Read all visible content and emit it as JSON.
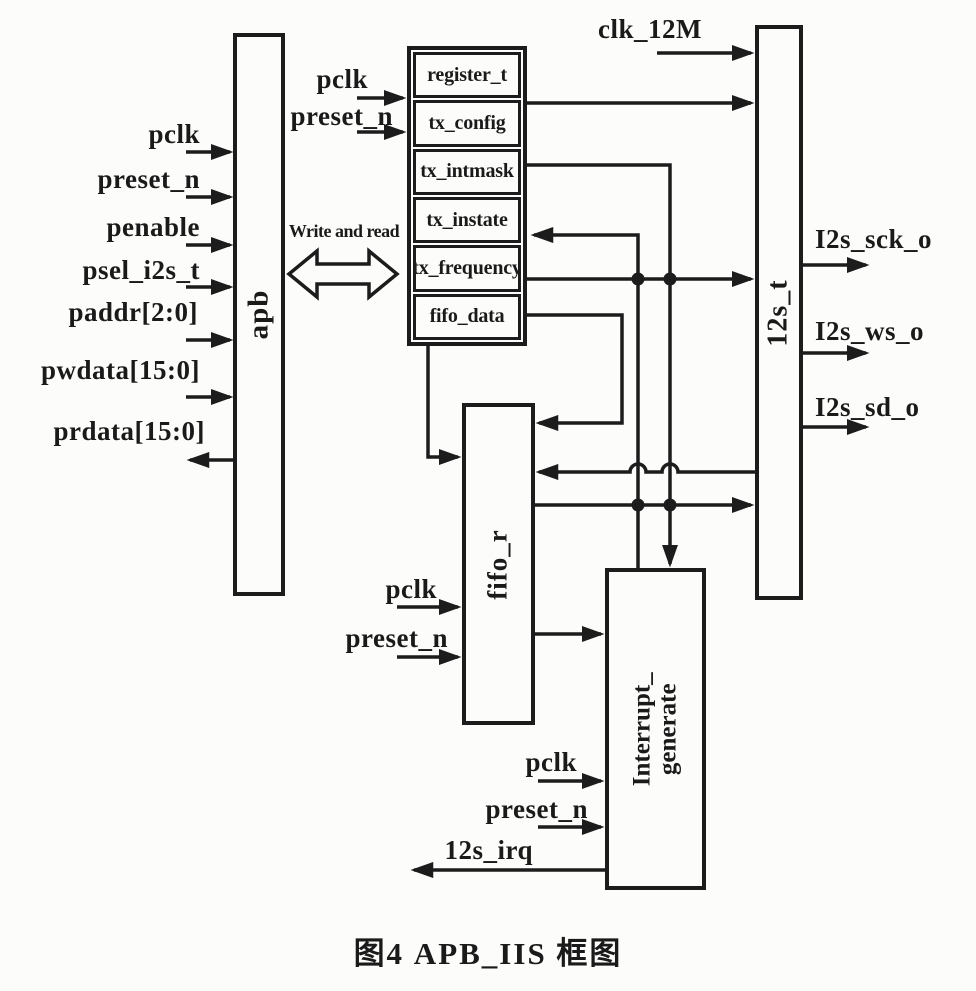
{
  "figure": {
    "caption": "图4  APB_IIS 框图"
  },
  "colors": {
    "ink": "#1c1c1c",
    "paper": "#fcfcfa"
  },
  "blocks": {
    "apb": {
      "label": "apb"
    },
    "register": {
      "rows": [
        "register_t",
        "tx_config",
        "tx_intmask",
        "tx_instate",
        "tx_frequency",
        "fifo_data"
      ]
    },
    "i2s_t": {
      "label": "12s_t"
    },
    "fifo_r": {
      "label": "fifo_r"
    },
    "interrupt": {
      "label_line1": "Interrupt_",
      "label_line2": "generate"
    }
  },
  "signals": {
    "apb_inputs": [
      "pclk",
      "preset_n",
      "penable",
      "psel_i2s_t",
      "paddr[2:0]",
      "pwdata[15:0]"
    ],
    "apb_output": "prdata[15:0]",
    "bus_label": "Write and read",
    "register_inputs": [
      "pclk",
      "preset_n"
    ],
    "clk": "clk_12M",
    "i2s_outputs": [
      "I2s_sck_o",
      "I2s_ws_o",
      "I2s_sd_o"
    ],
    "fifo_inputs": [
      "pclk",
      "preset_n"
    ],
    "interrupt_inputs": [
      "pclk",
      "preset_n"
    ],
    "irq_output": "12s_irq"
  }
}
